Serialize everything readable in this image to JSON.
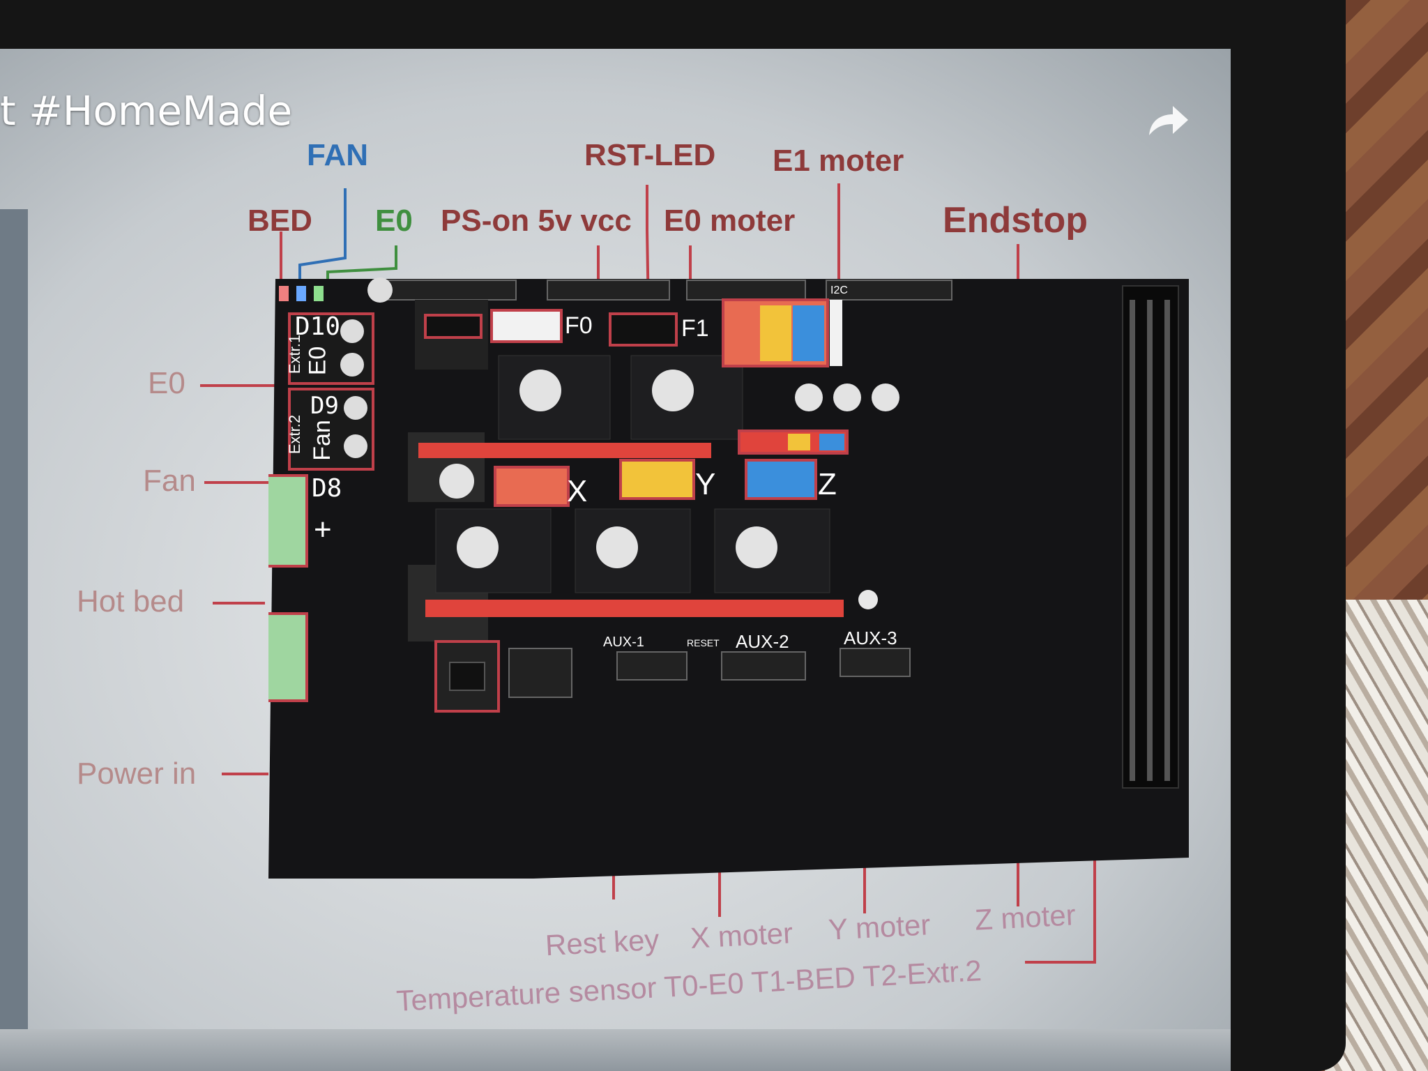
{
  "video": {
    "title": "t #HomeMade"
  },
  "icons": {
    "share": "share-arrow-icon"
  },
  "labels": {
    "top": {
      "fan": "FAN",
      "bed": "BED",
      "e0": "E0",
      "ps_on": "PS-on 5v vcc",
      "rst_led": "RST-LED",
      "e0_motor": "E0 moter",
      "e1_motor": "E1 moter",
      "endstop": "Endstop"
    },
    "left": {
      "e0": "E0",
      "fan": "Fan",
      "hot_bed": "Hot bed",
      "power_in": "Power in"
    },
    "bottom": {
      "rest_key": "Rest key",
      "x_motor": "X moter",
      "y_motor": "Y moter",
      "z_motor": "Z moter",
      "temp_sensor": "Temperature sensor  T0-E0 T1-BED T2-Extr.2"
    },
    "board_silk": {
      "d10": "D10",
      "extr1": "Extr.1",
      "e0": "E0",
      "d9": "D9",
      "extr2": "Extr.2",
      "fan": "Fan",
      "d8": "D8",
      "x": "X",
      "y": "Y",
      "z": "Z",
      "f0": "F0",
      "f1": "F1",
      "aux1": "AUX-1",
      "aux2": "AUX-2",
      "aux3": "AUX-3",
      "i2c": "I2C",
      "reset": "RESET",
      "plus": "+"
    }
  },
  "colors": {
    "annotation_red": "#c0404a",
    "annotation_blue": "#2f6fb5",
    "annotation_green": "#3f8f3f",
    "board": "#161618",
    "header_red": "#e0443c",
    "jumper_yellow": "#f2c33a",
    "jumper_blue": "#3b8fdc",
    "terminal_green": "#9fd6a0"
  }
}
